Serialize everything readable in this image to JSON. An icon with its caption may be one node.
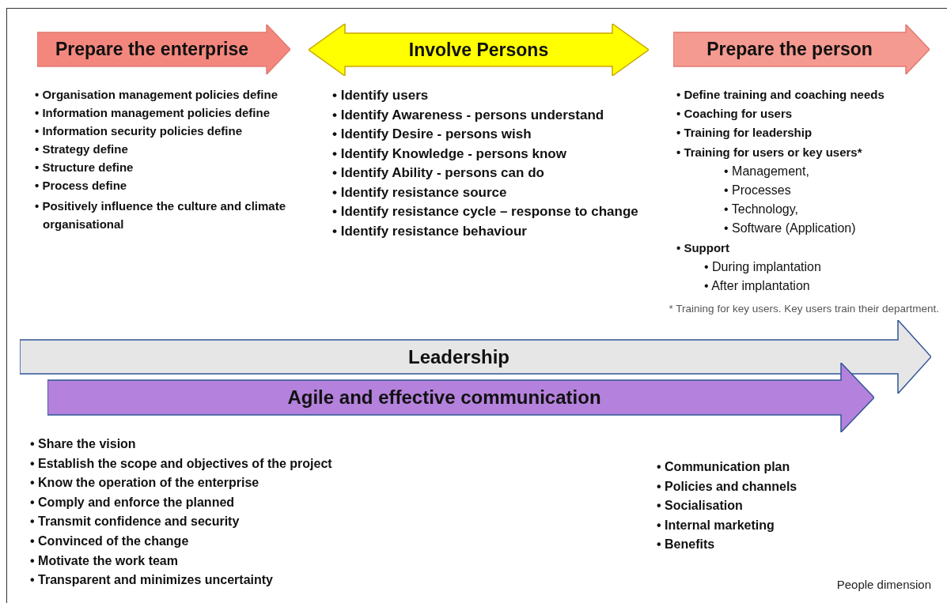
{
  "diagram": {
    "nodes": [
      {
        "text": [
          "Prepare the enterprise"
        ],
        "beside": [
          "• Organisation management policies define",
          "• Information management policies define",
          "• Information security policies define",
          "• Strategy define",
          "• Structure define",
          "• Process define",
          "• Positively influence the culture and climate organisational"
        ]
      },
      {
        "text": [
          "Involve Persons"
        ],
        "beside": [
          "• Identify users",
          "• Identify Awareness - persons understand",
          "• Identify Desire - persons wish",
          "• Identify Knowledge - persons know",
          "• Identify Ability - persons  can do",
          "• Identify resistance source",
          "• Identify resistance cycle – response to change",
          "• Identify resistance behaviour"
        ]
      },
      {
        "text": [
          "Prepare the person"
        ],
        "beside": [
          "• Define training and coaching needs",
          "• Coaching for users",
          "• Training for leadership",
          "• Training for users or key users*",
          "• Management,",
          "• Processes",
          "• Technology,",
          "• Software (Application)",
          "• Support",
          "• During implantation",
          "• After implantation"
        ]
      },
      {
        "text": [
          "Leadership"
        ],
        "beside": [
          "• Share the vision",
          "• Establish the scope and objectives of the project",
          "• Know the operation of the enterprise",
          "• Comply and enforce the planned",
          "• Transmit confidence and security",
          "• Convinced of the change",
          "• Motivate the work team",
          "• Transparent and minimizes uncertainty"
        ]
      },
      {
        "text": [
          "Agile and effective communication"
        ],
        "beside": [
          "• Communication plan",
          "• Policies and channels",
          "• Socialisation",
          "• Internal marketing",
          "• Benefits"
        ]
      }
    ],
    "edges": [],
    "labels": [
      "* Training for key users. Key users train their department.",
      "People dimension"
    ]
  }
}
